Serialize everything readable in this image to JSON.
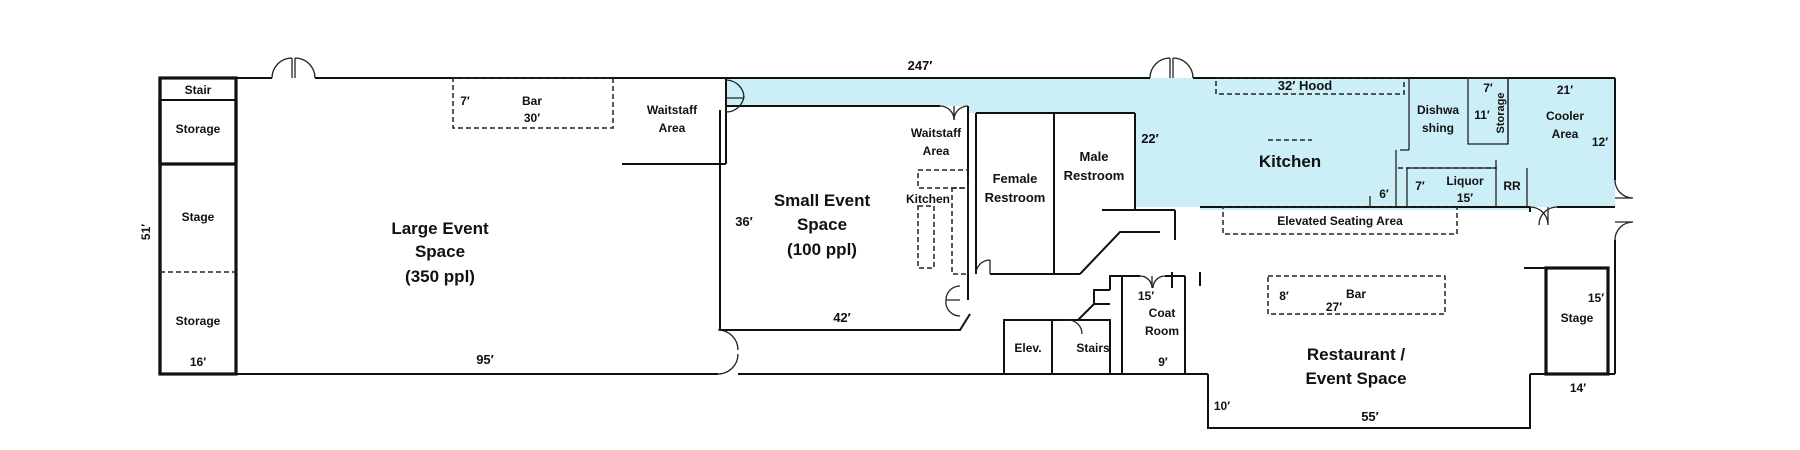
{
  "colors": {
    "kitchen_fill": "#cbeef7",
    "wall": "#111111"
  },
  "dimensions": {
    "overall_length": "247′",
    "overall_width": "51′",
    "large_event_width": "16′",
    "large_event_length": "95′",
    "bar_left_depth": "7′",
    "bar_left_length": "30′",
    "small_event_depth": "36′",
    "small_event_length": "42′",
    "kitchen_depth": "22′",
    "hood": "32′ Hood",
    "liquor_depth": "7′",
    "liquor_length": "15′",
    "cooler_w": "21′",
    "cooler_d": "12′",
    "storage_w": "7′",
    "storage_d": "11′",
    "step": "6′",
    "coat_d": "15′",
    "coat_w": "9′",
    "restaurant_depth": "10′",
    "restaurant_length": "55′",
    "bar_right_depth": "8′",
    "bar_right_length": "27′",
    "stage_right_d": "15′",
    "stage_right_w": "14′"
  },
  "rooms": {
    "stair": "Stair",
    "storage_top": "Storage",
    "stage_left": "Stage",
    "storage_bottom": "Storage",
    "large_event_l1": "Large Event",
    "large_event_l2": "Space",
    "large_event_l3": "(350 ppl)",
    "bar_left": "Bar",
    "waitstaff_left_l1": "Waitstaff",
    "waitstaff_left_l2": "Area",
    "small_event_l1": "Small Event",
    "small_event_l2": "Space",
    "small_event_l3": "(100 ppl)",
    "waitstaff_mid_l1": "Waitstaff",
    "waitstaff_mid_l2": "Area",
    "kitchenette": "Kitchen",
    "female_l1": "Female",
    "female_l2": "Restroom",
    "male_l1": "Male",
    "male_l2": "Restroom",
    "kitchen": "Kitchen",
    "dish_l1": "Dishwa",
    "dish_l2": "shing",
    "storage_right": "Storage",
    "cooler_l1": "Cooler",
    "cooler_l2": "Area",
    "liquor": "Liquor",
    "rr": "RR",
    "elevated_seating": "Elevated Seating Area",
    "elev": "Elev.",
    "stairs": "Stairs",
    "coat_l1": "Coat",
    "coat_l2": "Room",
    "bar_right": "Bar",
    "restaurant_l1": "Restaurant /",
    "restaurant_l2": "Event Space",
    "stage_right": "Stage"
  }
}
